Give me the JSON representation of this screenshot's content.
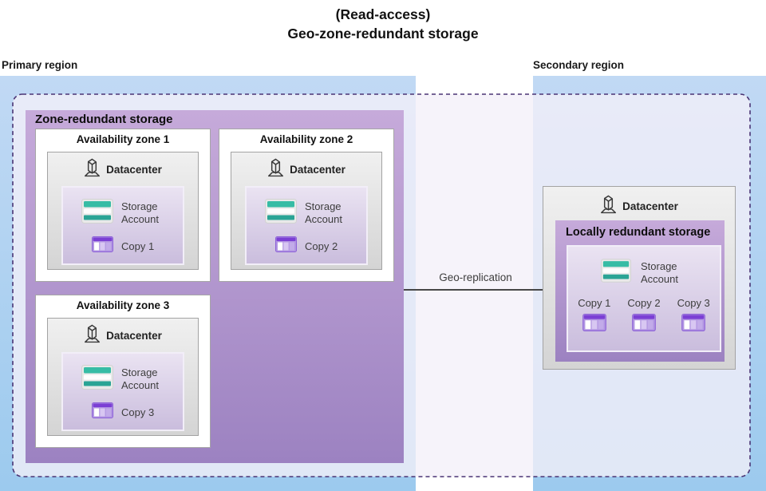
{
  "title": {
    "line1": "(Read-access)",
    "line2": "Geo-zone-redundant storage"
  },
  "primary_region": {
    "label": "Primary region",
    "zrs": {
      "title": "Zone-redundant storage",
      "zones": [
        {
          "title": "Availability zone 1",
          "datacenter_label": "Datacenter",
          "storage_label": "Storage Account",
          "copy_label": "Copy 1"
        },
        {
          "title": "Availability zone 2",
          "datacenter_label": "Datacenter",
          "storage_label": "Storage Account",
          "copy_label": "Copy 2"
        },
        {
          "title": "Availability zone 3",
          "datacenter_label": "Datacenter",
          "storage_label": "Storage Account",
          "copy_label": "Copy 3"
        }
      ]
    }
  },
  "secondary_region": {
    "label": "Secondary region",
    "datacenter_label": "Datacenter",
    "lrs": {
      "title": "Locally redundant storage",
      "storage_label": "Storage Account",
      "copies": [
        "Copy 1",
        "Copy 2",
        "Copy 3"
      ]
    }
  },
  "arrow": {
    "label": "Geo-replication"
  },
  "icons": {
    "datacenter": "datacenter-building-icon",
    "storage": "storage-account-icon",
    "copy": "table-icon"
  },
  "colors": {
    "region_blue_top": "#c1d9f4",
    "region_blue_bottom": "#9ccaee",
    "boundary_dash": "#4a3474",
    "boundary_fill": "#f3f0f9",
    "storage_purple_top": "#c6aada",
    "storage_purple_bottom": "#9c82c1",
    "inner_purple_top": "#eae3f2",
    "inner_purple_bottom": "#cabddd",
    "datacenter_gray": "#d4d4d4",
    "storage_teal": "#36bca5",
    "table_purple": "#7b3fd4",
    "arrow_gray": "#474747"
  }
}
